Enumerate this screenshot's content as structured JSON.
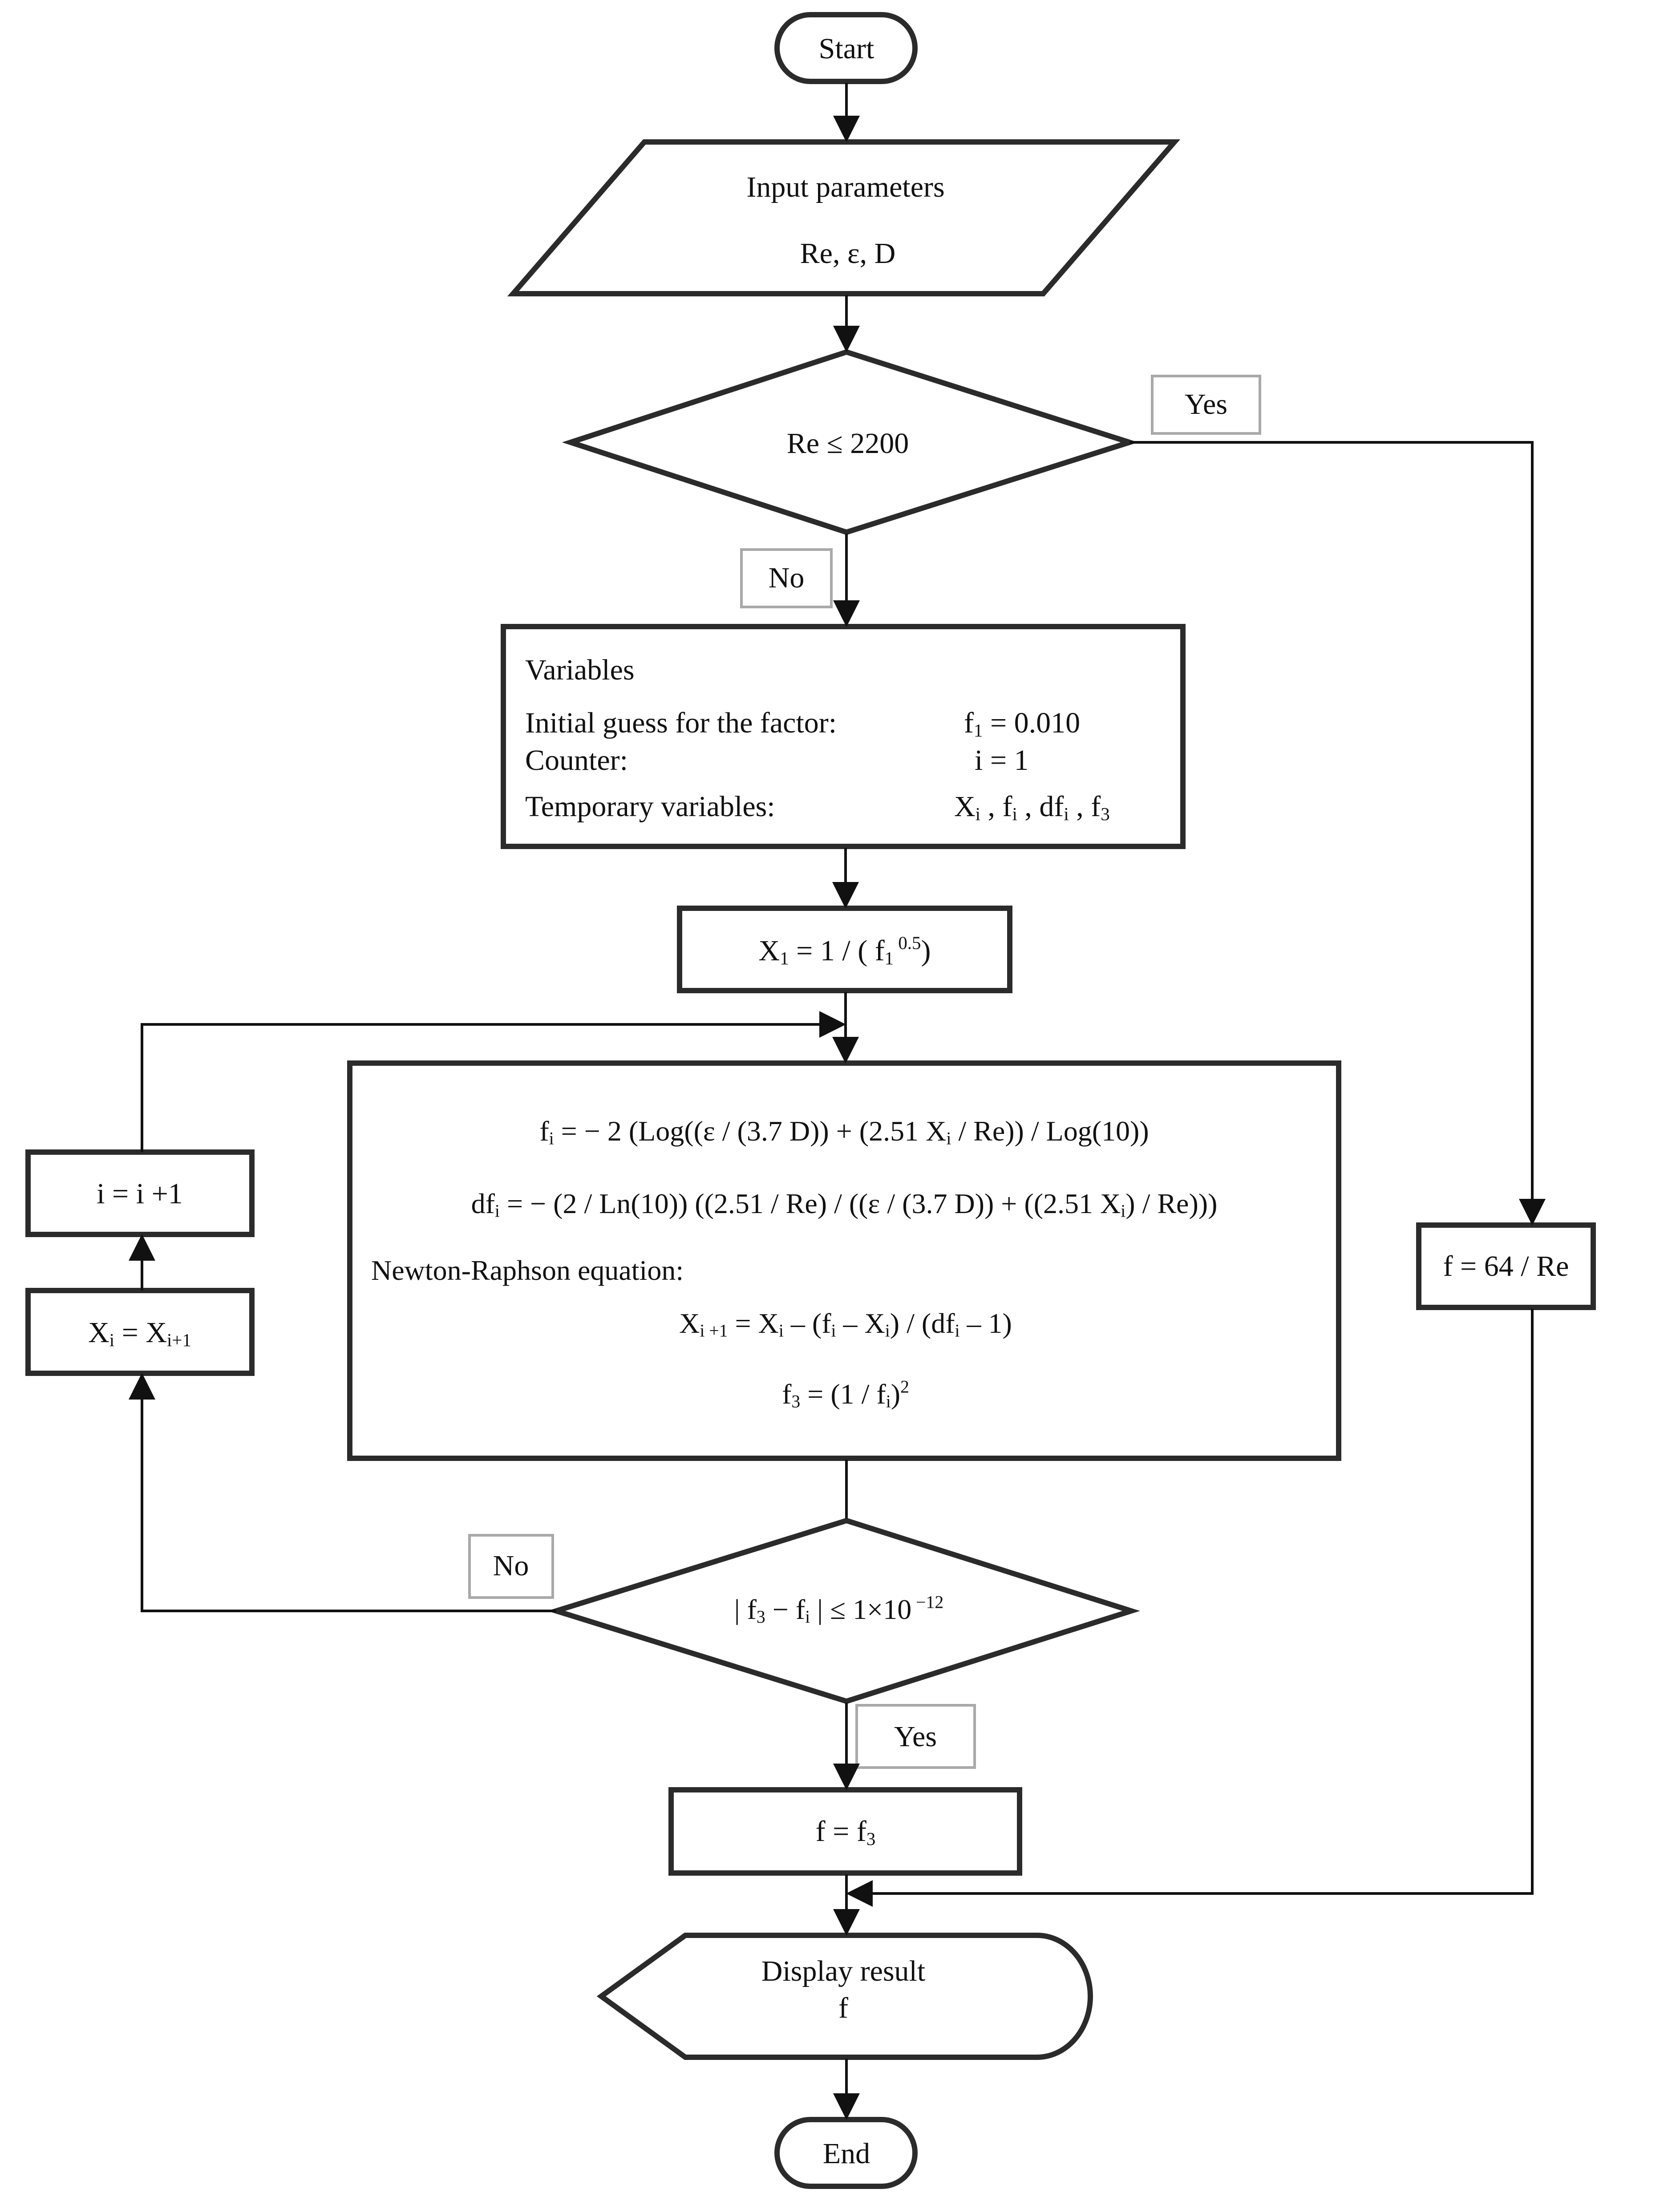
{
  "flowchart": {
    "start": "Start",
    "end": "End",
    "input": {
      "title": "Input parameters",
      "params": "Re, ε, D"
    },
    "decision_re": {
      "text": "Re ≤  2200",
      "yes": "Yes",
      "no": "No"
    },
    "variables": {
      "title": "Variables",
      "rows": [
        {
          "label": "Initial guess for the factor:",
          "base": "f",
          "sub": "1",
          "rest": " = 0.010"
        },
        {
          "label": "Counter:",
          "base": "",
          "sub": "",
          "rest": "i = 1"
        },
        {
          "label": "Temporary variables:",
          "base": "X",
          "sub": "i",
          "rest": " , f",
          "sub2": "i",
          "rest2": " , df",
          "sub3": "i",
          "rest3": " , f",
          "sub4": "3",
          "rest4": ""
        }
      ]
    },
    "x1_box": {
      "base": "X",
      "sub": "1",
      "mid": " = 1 / ( f",
      "sub2": "1",
      "sup": " 0.5",
      "end": ")"
    },
    "compute": {
      "eq1": {
        "a": "f",
        "a_sub": "i",
        "b": " = − 2 (Log((ε / (3.7 D)) + (2.51  X",
        "b_sub": "i",
        "c": " / Re)) / Log(10))"
      },
      "eq2": {
        "a": "df",
        "a_sub": "i",
        "b": " = − (2 / Ln(10)) ((2.51 / Re) / ((ε / (3.7 D)) + ((2.51  X",
        "b_sub": "i",
        "c": ") / Re)))"
      },
      "nr_title": "Newton-Raphson equation:",
      "eq3": {
        "a": "X",
        "a_sub": "i +1",
        "b": " = X",
        "b_sub": "i",
        "c": " – (f",
        "c_sub": "i",
        "d": " – X",
        "d_sub": "i",
        "e": ") / (df",
        "e_sub": "i",
        "f": " – 1)"
      },
      "eq4": {
        "a": "f",
        "a_sub": "3",
        "b": " = (1 / f",
        "b_sub": "i",
        "c": ")",
        "c_sup": "2"
      }
    },
    "laminar": "f = 64 / Re",
    "decision_conv": {
      "a": "| f",
      "a_sub": "3",
      "b": " − f",
      "b_sub": "i",
      "c": " |  ≤  1×10",
      "c_sup": " −12",
      "no": "No",
      "yes": "Yes"
    },
    "increment": "i  = i +1",
    "update": {
      "a": "X",
      "a_sub": "i",
      "b": "  = X",
      "b_sub": "i+1"
    },
    "result_box": {
      "a": "f = f",
      "a_sub": "3"
    },
    "display": {
      "line1": "Display result",
      "line2": "f"
    }
  },
  "colors": {
    "stroke": "#2b2b2b",
    "label_border": "#a9a9a9",
    "text": "#111111"
  }
}
